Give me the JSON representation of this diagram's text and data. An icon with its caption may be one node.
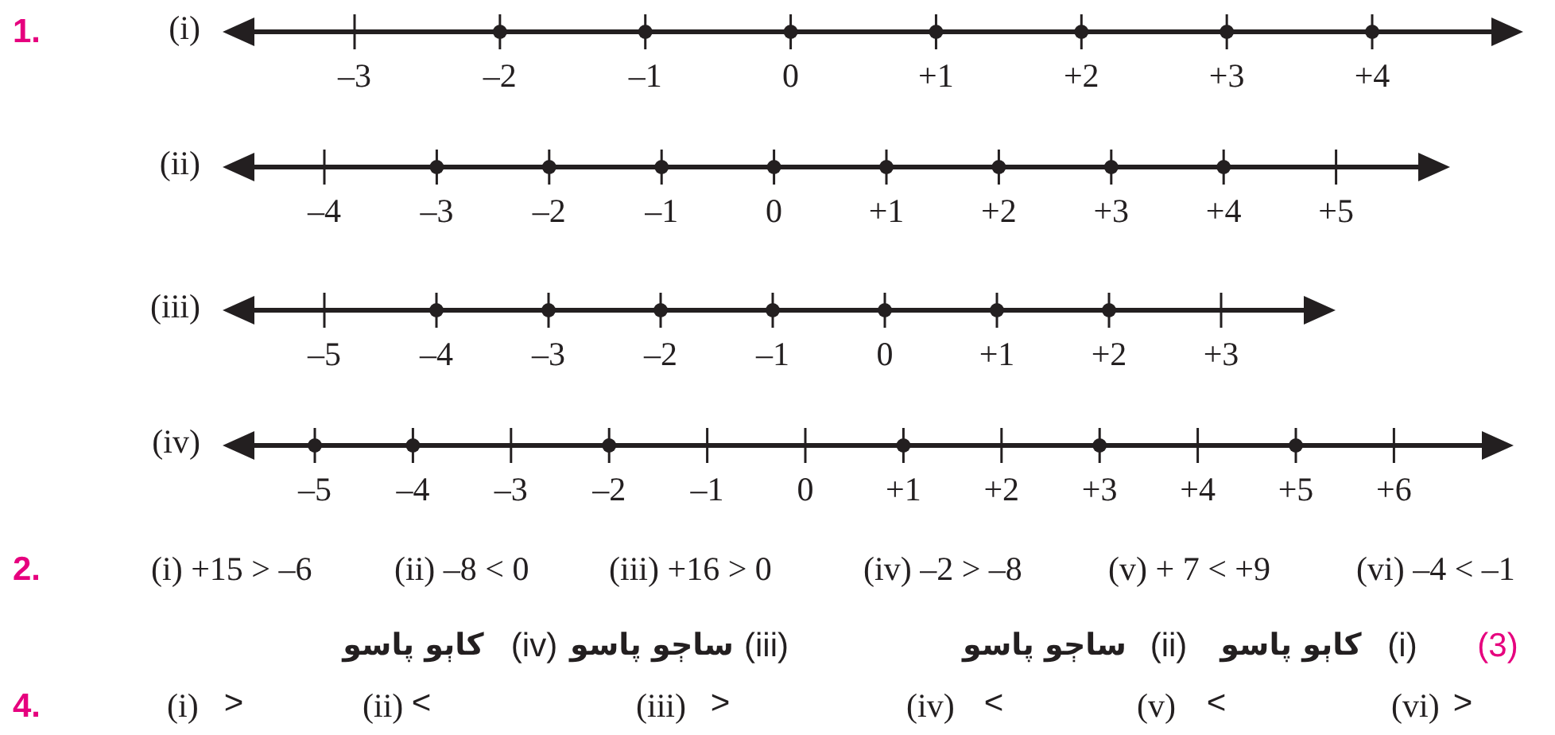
{
  "diagram": {
    "labels": [
      "1.",
      "(i)",
      "–3",
      "–2",
      "–1",
      "0",
      "+1",
      "+2",
      "+3",
      "+4",
      "(ii)",
      "–4",
      "–3",
      "–2",
      "–1",
      "0",
      "+1",
      "+2",
      "+3",
      "+4",
      "+5",
      "(iii)",
      "–5",
      "–4",
      "–3",
      "–2",
      "–1",
      "0",
      "+1",
      "+2",
      "+3",
      "(iv)",
      "–5",
      "–4",
      "–3",
      "–2",
      "–1",
      "0",
      "+1",
      "+2",
      "+3",
      "+4",
      "+5",
      "+6",
      "2.",
      "(i) +15 > –6",
      "(ii) –8 < 0",
      "(iii) +16 > 0",
      "(iv) –2 > –8",
      "(v) + 7 < +9",
      "(vi) –4 < –1",
      "کاٻو پاسو",
      "(iv)",
      "ساڄو پاسو",
      "(iii)",
      "ساڄو پاسو",
      "(ii)",
      "کاٻو پاسو",
      "(i)",
      "(3)",
      "4.",
      "(i)",
      ">",
      "(ii)",
      "<",
      "(iii)",
      ">",
      "(iv)",
      "<",
      "(v)",
      "<",
      "(vi)",
      ">"
    ]
  }
}
